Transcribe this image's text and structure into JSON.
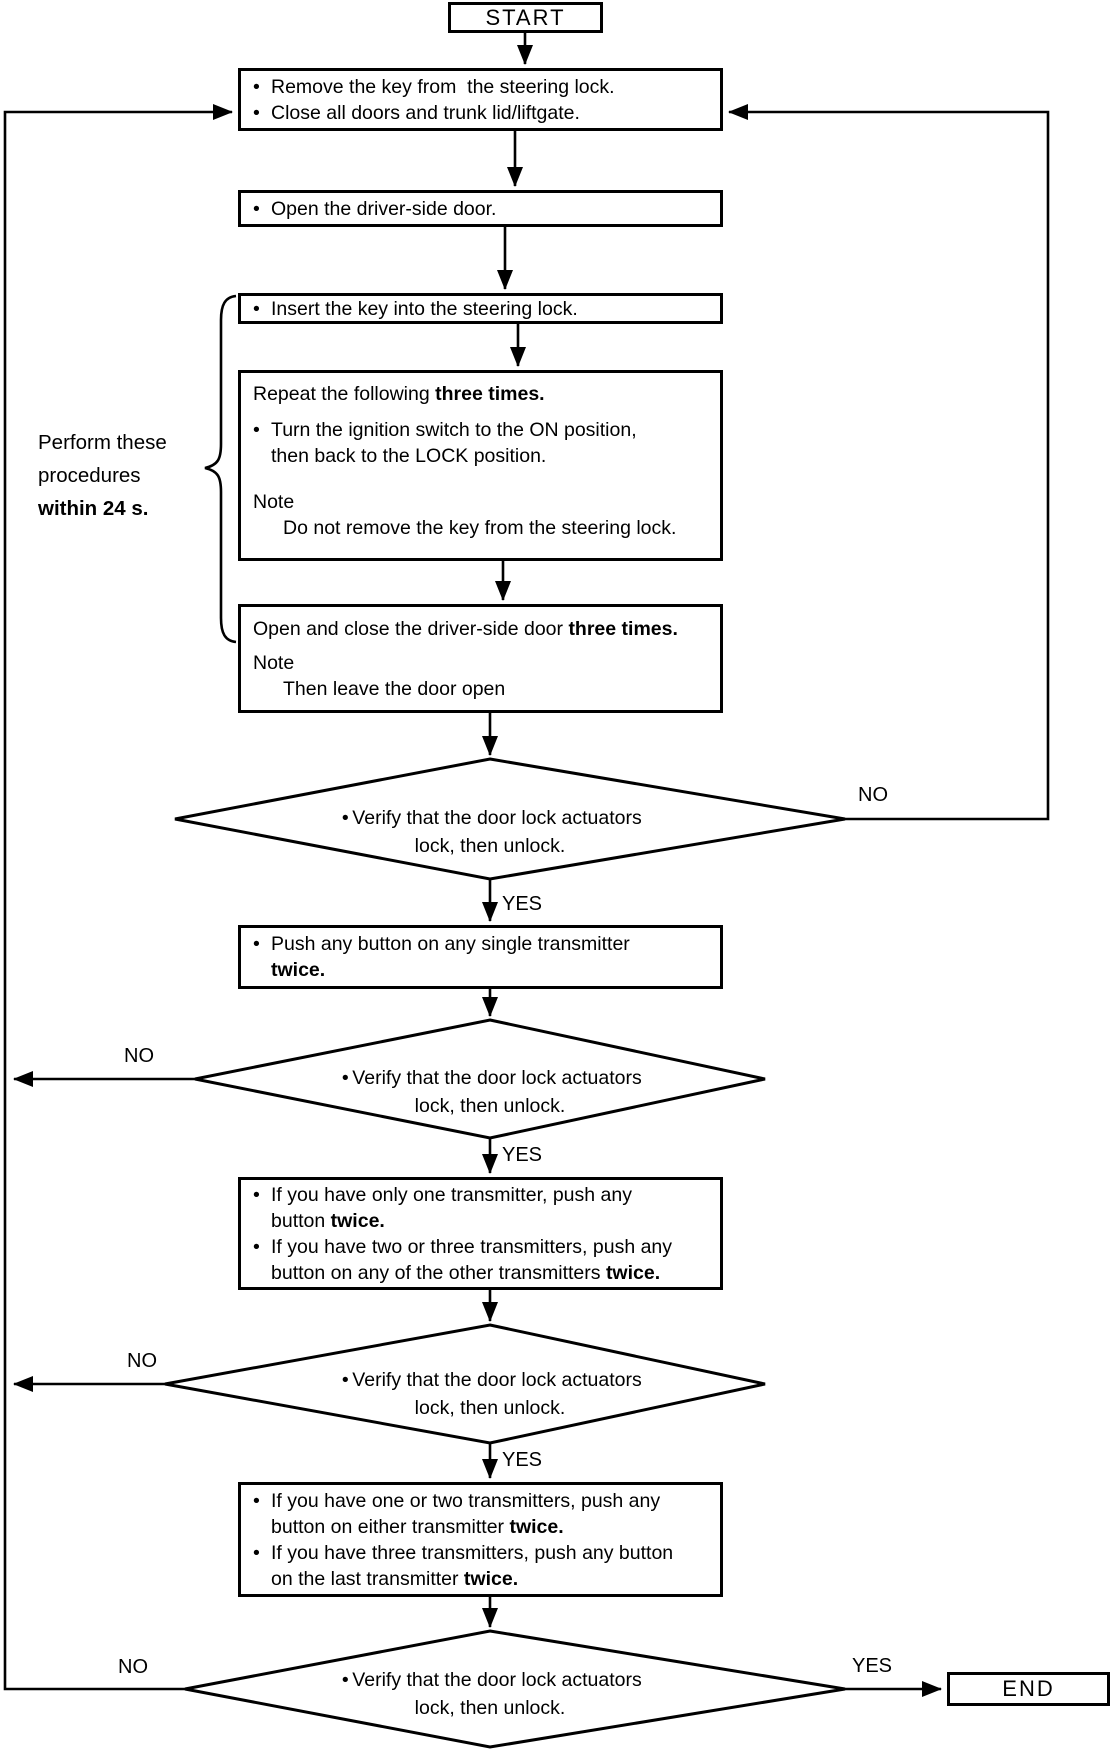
{
  "glyphs": {
    "bullet": "•"
  },
  "side_note": {
    "line1": "Perform these",
    "line2": "procedures",
    "line3_bold": "within 24 s."
  },
  "edge_labels": {
    "no1": "NO",
    "yes1": "YES",
    "no2": "NO",
    "yes2": "YES",
    "no3": "NO",
    "yes3": "YES",
    "no4": "NO",
    "yes4": "YES"
  },
  "nodes": {
    "start": {
      "label": "START"
    },
    "remove_key": {
      "bullet1": "Remove the key from  the steering lock.",
      "bullet2": "Close all doors and trunk lid/liftgate."
    },
    "open_door": {
      "bullet1": "Open the driver-side door."
    },
    "insert_key": {
      "bullet1": "Insert the key into the steering lock."
    },
    "ignition_cycle": {
      "line1": "Repeat the following ",
      "line1_bold": "three times.",
      "bullet1_line1": "Turn the ignition switch to the ON position,",
      "bullet1_line2": "then back to the LOCK position.",
      "note_label": "Note",
      "note_text": "Do not remove the key from the steering lock."
    },
    "door_cycle": {
      "line1": "Open and close the driver-side door ",
      "line1_bold": "three times.",
      "note_label": "Note",
      "note_text": "Then leave the door open"
    },
    "push_single": {
      "bullet1_line1": "Push any button on any single transmitter",
      "bullet1_line2_bold": "twice."
    },
    "other_transmitters": {
      "bullet1_line1": "If you have only one transmitter, push any",
      "bullet1_line2": "button ",
      "bullet1_line2_bold": "twice.",
      "bullet2_line1": "If you have two or three transmitters, push any",
      "bullet2_line2": "button on any of the other transmitters ",
      "bullet2_line2_bold": "twice."
    },
    "last_transmitter": {
      "bullet1_line1": "If you have one or two transmitters, push any",
      "bullet1_line2": "button on either transmitter ",
      "bullet1_line2_bold": "twice.",
      "bullet2_line1": "If you have three transmitters, push any button",
      "bullet2_line2": "on the last transmitter ",
      "bullet2_line2_bold": "twice."
    },
    "end": {
      "label": "END"
    }
  },
  "decisions": [
    {
      "line1": "Verify that the door lock actuators",
      "line2": "lock, then unlock."
    },
    {
      "line1": "Verify that the door lock actuators",
      "line2": "lock, then unlock."
    },
    {
      "line1": "Verify that the door lock actuators",
      "line2": "lock, then unlock."
    },
    {
      "line1": "Verify that the door lock actuators",
      "line2": "lock, then unlock."
    }
  ]
}
